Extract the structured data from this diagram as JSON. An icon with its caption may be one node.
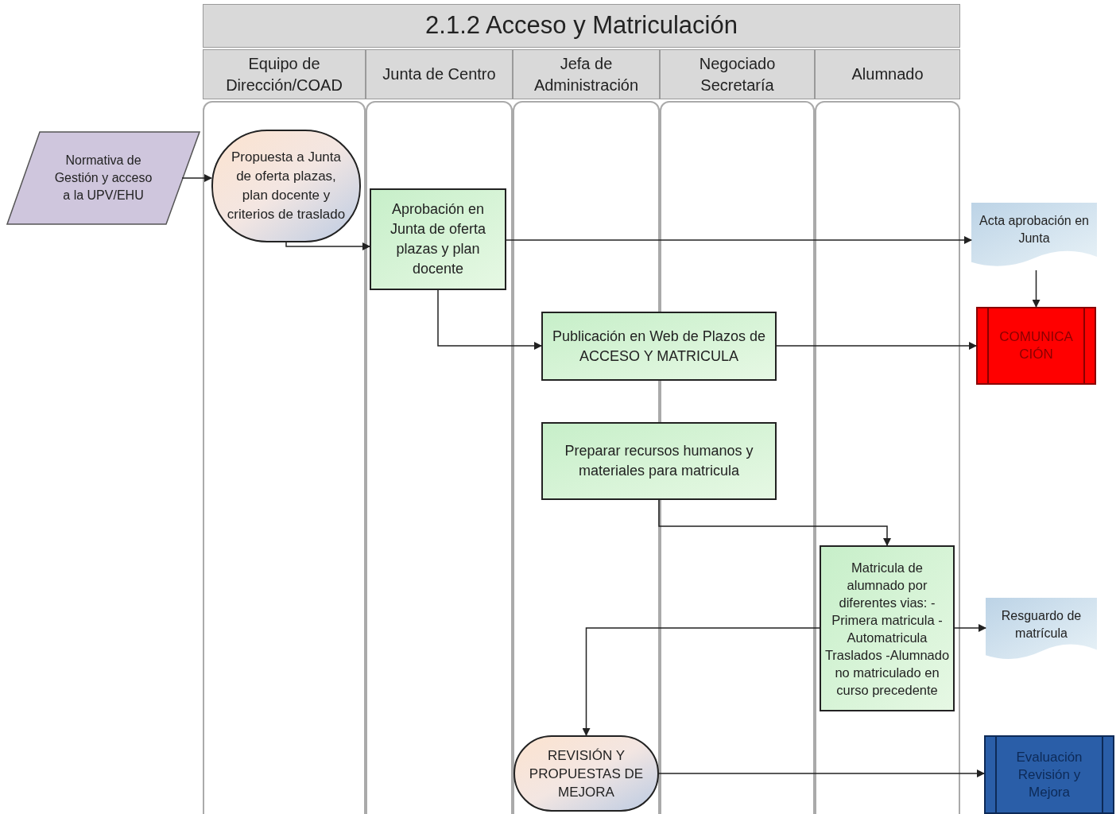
{
  "diagram": {
    "title": "2.1.2 Acceso y Matriculación",
    "nodes": [
      {
        "text": [
          "Equipo de Dirección/COAD"
        ]
      },
      {
        "text": [
          "Junta de Centro"
        ]
      },
      {
        "text": [
          "Jefa de Administración"
        ]
      },
      {
        "text": [
          "Negociado Secretaría"
        ]
      },
      {
        "text": [
          "Alumnado"
        ]
      },
      {
        "text": [
          "Normativa de Gestión y acceso a la UPV/EHU"
        ]
      },
      {
        "text": [
          "Propuesta a Junta de oferta plazas, plan docente y criterios de traslado"
        ]
      },
      {
        "text": [
          "Aprobación en Junta de oferta plazas y plan docente"
        ]
      },
      {
        "text": [
          "Acta aprobación en Junta"
        ]
      },
      {
        "text": [
          "Publicación en Web de Plazos de ACCESO Y MATRICULA"
        ]
      },
      {
        "text": [
          "COMUNICACIÓN"
        ]
      },
      {
        "text": [
          "Preparar recursos humanos y materiales para matricula"
        ]
      },
      {
        "text": [
          "Matricula de alumnado por diferentes vias: -Primera matricula -Automatricula Traslados -Alumnado no matriculado en curso precedente"
        ]
      },
      {
        "text": [
          "Resguardo de matrícula"
        ]
      },
      {
        "text": [
          "REVISIÓN Y PROPUESTAS DE MEJORA"
        ]
      },
      {
        "text": [
          "Evaluación Revisión y Mejora"
        ]
      }
    ],
    "edges": [
      {
        "from": 5,
        "to": 6,
        "arrow": "to"
      },
      {
        "from": 6,
        "to": 7,
        "arrow": "to"
      },
      {
        "from": 7,
        "to": 8,
        "arrow": "to"
      },
      {
        "from": 7,
        "to": 9,
        "arrow": "to"
      },
      {
        "from": 8,
        "to": 10,
        "arrow": "to"
      },
      {
        "from": 9,
        "to": 10,
        "arrow": "to"
      },
      {
        "from": 11,
        "to": 12,
        "arrow": "to"
      },
      {
        "from": 12,
        "to": 13,
        "arrow": "to"
      },
      {
        "from": 12,
        "to": 14,
        "arrow": "to"
      },
      {
        "from": 14,
        "to": 15,
        "arrow": "to"
      }
    ]
  }
}
